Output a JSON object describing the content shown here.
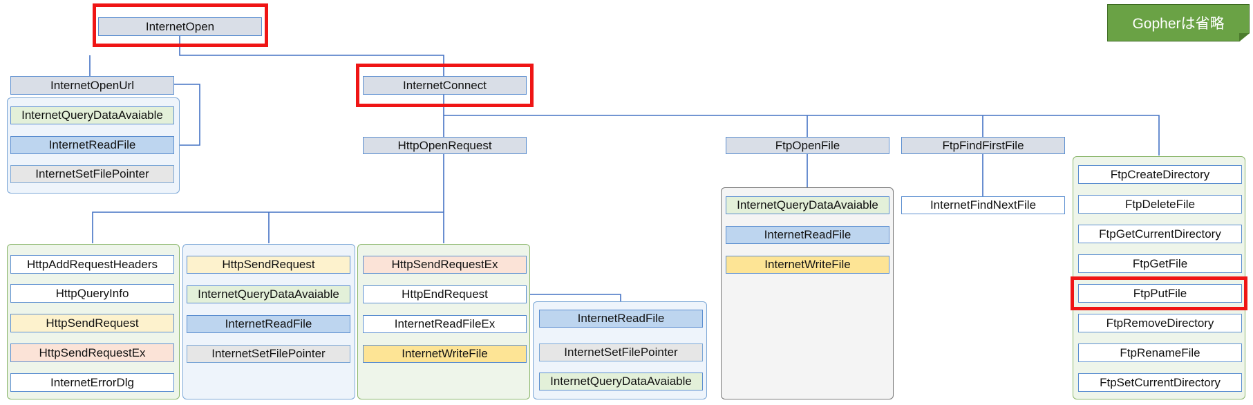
{
  "note": {
    "label": "Gopherは省略",
    "color": "#6aa245"
  },
  "colors": {
    "line": "#4472c4",
    "highlight": "#ef1515"
  },
  "nodes": {
    "internet_open": "InternetOpen",
    "internet_open_url": "InternetOpenUrl",
    "internet_connect": "InternetConnect",
    "http_open_request": "HttpOpenRequest",
    "ftp_open_file": "FtpOpenFile",
    "ftp_find_first_file": "FtpFindFirstFile",
    "internet_find_next_file": "InternetFindNextFile"
  },
  "groups": {
    "open_url": [
      "InternetQueryDataAvaiable",
      "InternetReadFile",
      "InternetSetFilePointer"
    ],
    "http_headers": [
      "HttpAddRequestHeaders",
      "HttpQueryInfo",
      "HttpSendRequest",
      "HttpSendRequestEx",
      "InternetErrorDlg"
    ],
    "http_send": [
      "HttpSendRequest",
      "InternetQueryDataAvaiable",
      "InternetReadFile",
      "InternetSetFilePointer"
    ],
    "http_send_ex": [
      "HttpSendRequestEx",
      "HttpEndRequest",
      "InternetReadFileEx",
      "InternetWriteFile"
    ],
    "http_end": [
      "InternetReadFile",
      "InternetSetFilePointer",
      "InternetQueryDataAvaiable"
    ],
    "ftp_file": [
      "InternetQueryDataAvaiable",
      "InternetReadFile",
      "InternetWriteFile"
    ],
    "ftp_dir": [
      "FtpCreateDirectory",
      "FtpDeleteFile",
      "FtpGetCurrentDirectory",
      "FtpGetFile",
      "FtpPutFile",
      "FtpRemoveDirectory",
      "FtpRenameFile",
      "FtpSetCurrentDirectory"
    ]
  }
}
